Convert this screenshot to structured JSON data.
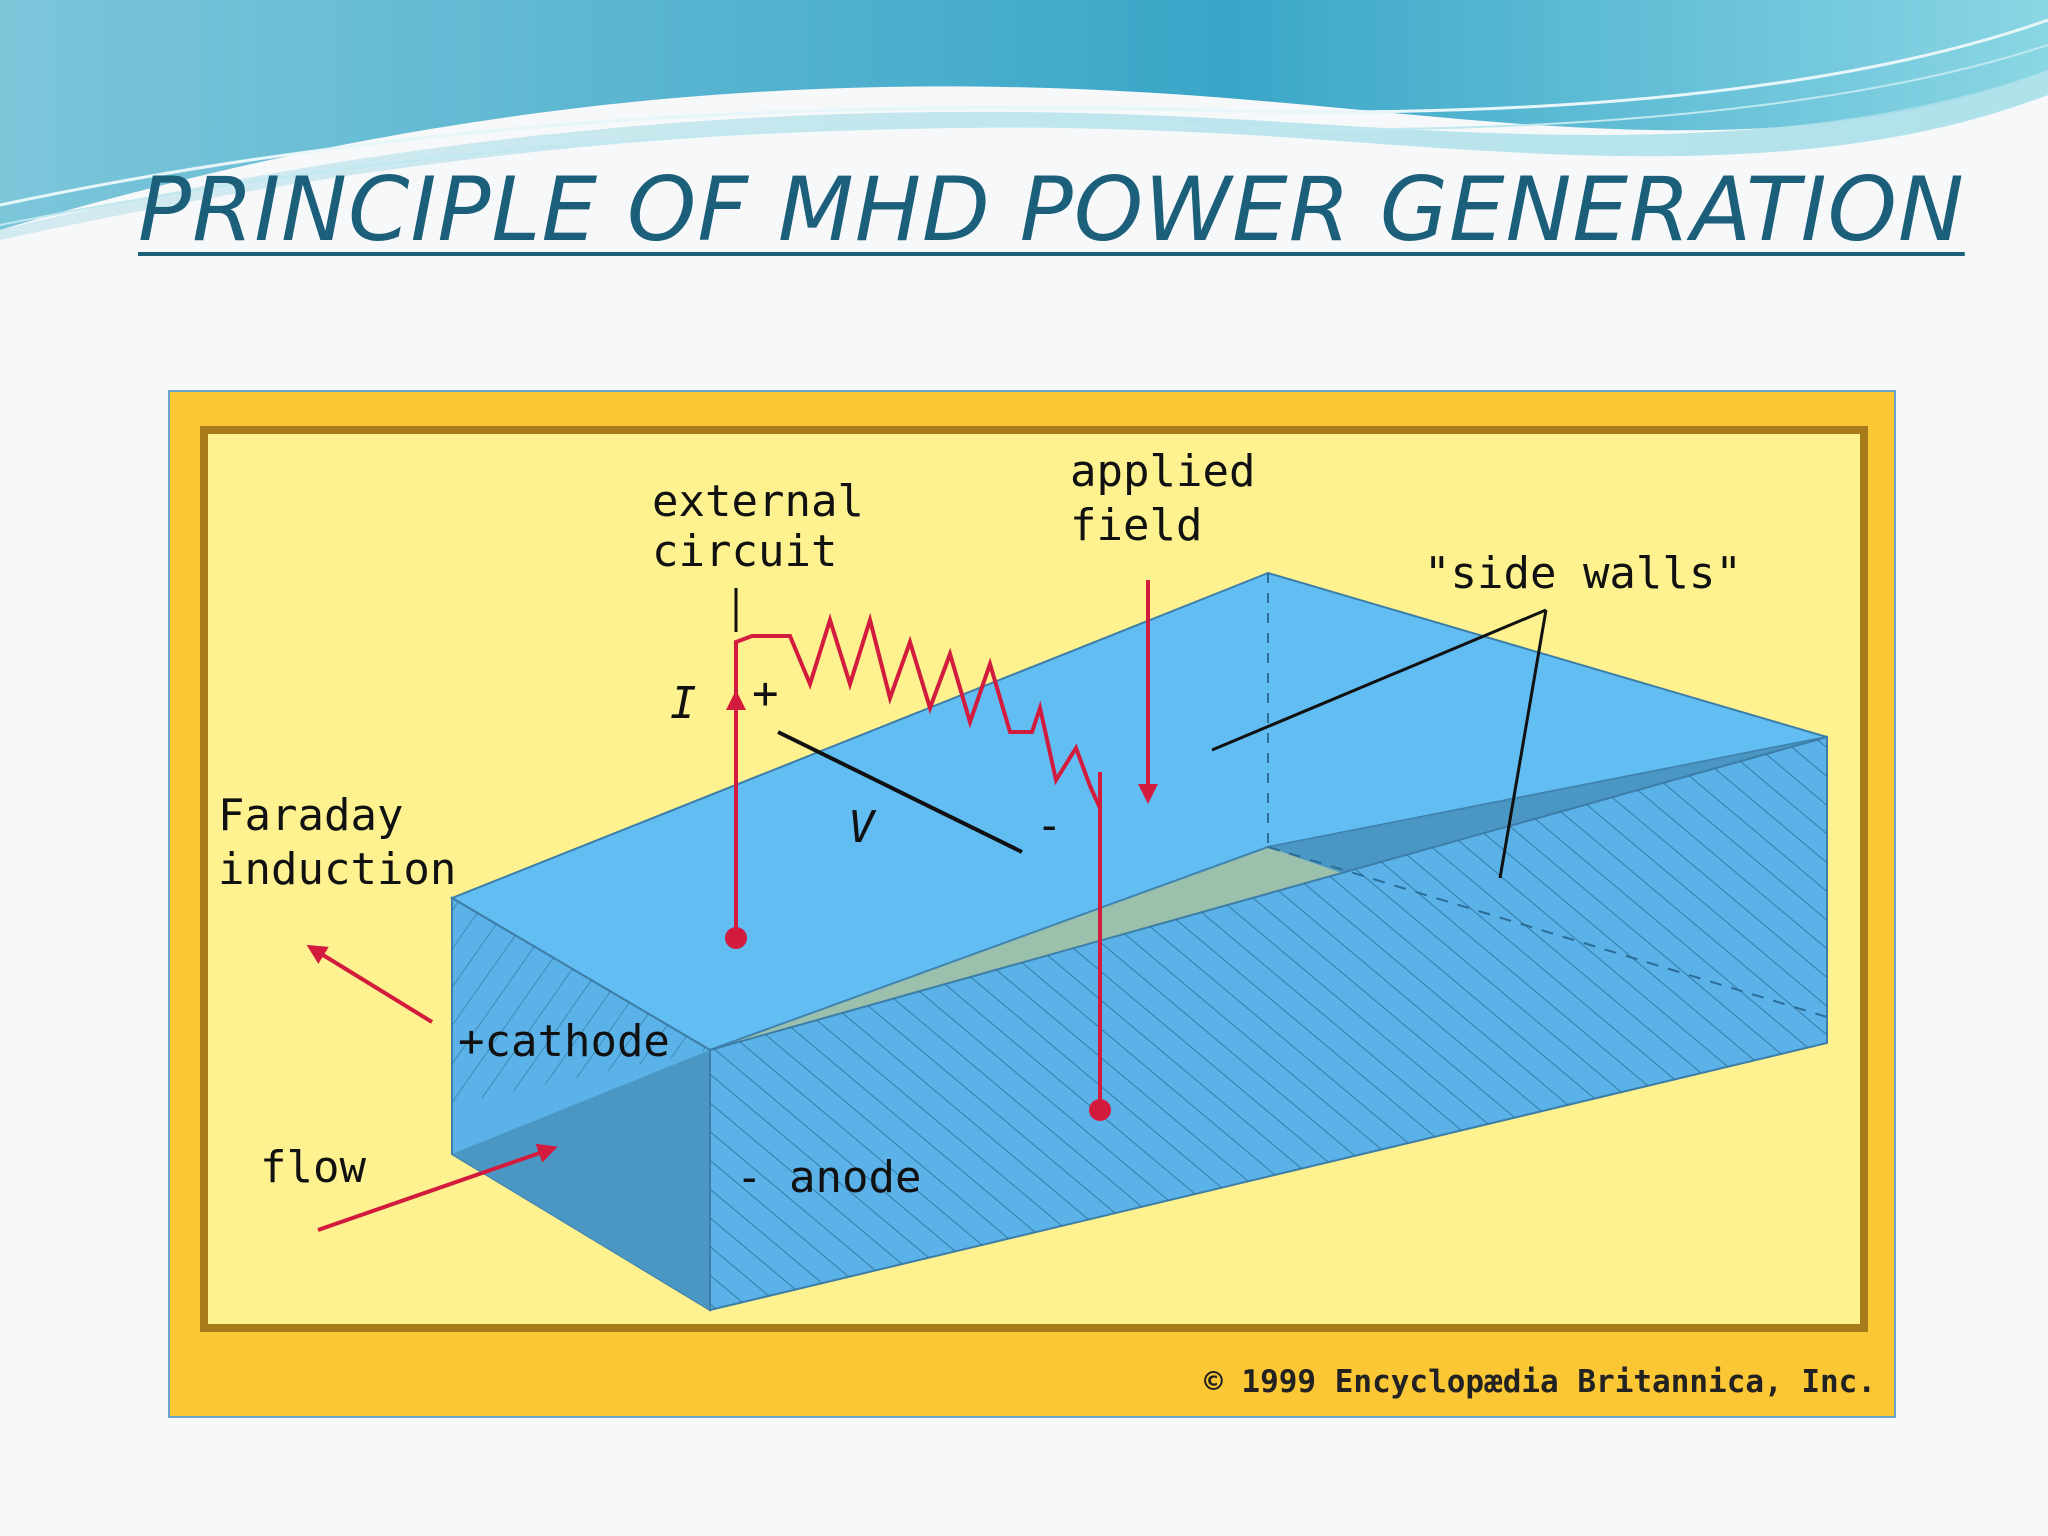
{
  "slide": {
    "title": "PRINCIPLE OF MHD POWER GENERATION"
  },
  "diagram": {
    "labels": {
      "external_circuit_line1": "external",
      "external_circuit_line2": "circuit",
      "applied_field_line1": "applied",
      "applied_field_line2": "field",
      "side_walls": "\"side walls\"",
      "current": "I",
      "plus": "+",
      "minus": "-",
      "voltage": "V",
      "faraday_line1": "Faraday",
      "faraday_line2": "induction",
      "cathode": "+cathode",
      "flow": "flow",
      "anode": "- anode"
    },
    "copyright": "© 1999 Encyclopædia Britannica, Inc."
  },
  "colors": {
    "title": "#1b5f7a",
    "frame_outer": "#fcc735",
    "frame_border": "#a77a1a",
    "panel": "#fdf28f",
    "channel_top": "#62bdf2",
    "channel_side": "#5ab2e8",
    "channel_dark": "#4a97c4",
    "arrows": "#d31b3e"
  }
}
